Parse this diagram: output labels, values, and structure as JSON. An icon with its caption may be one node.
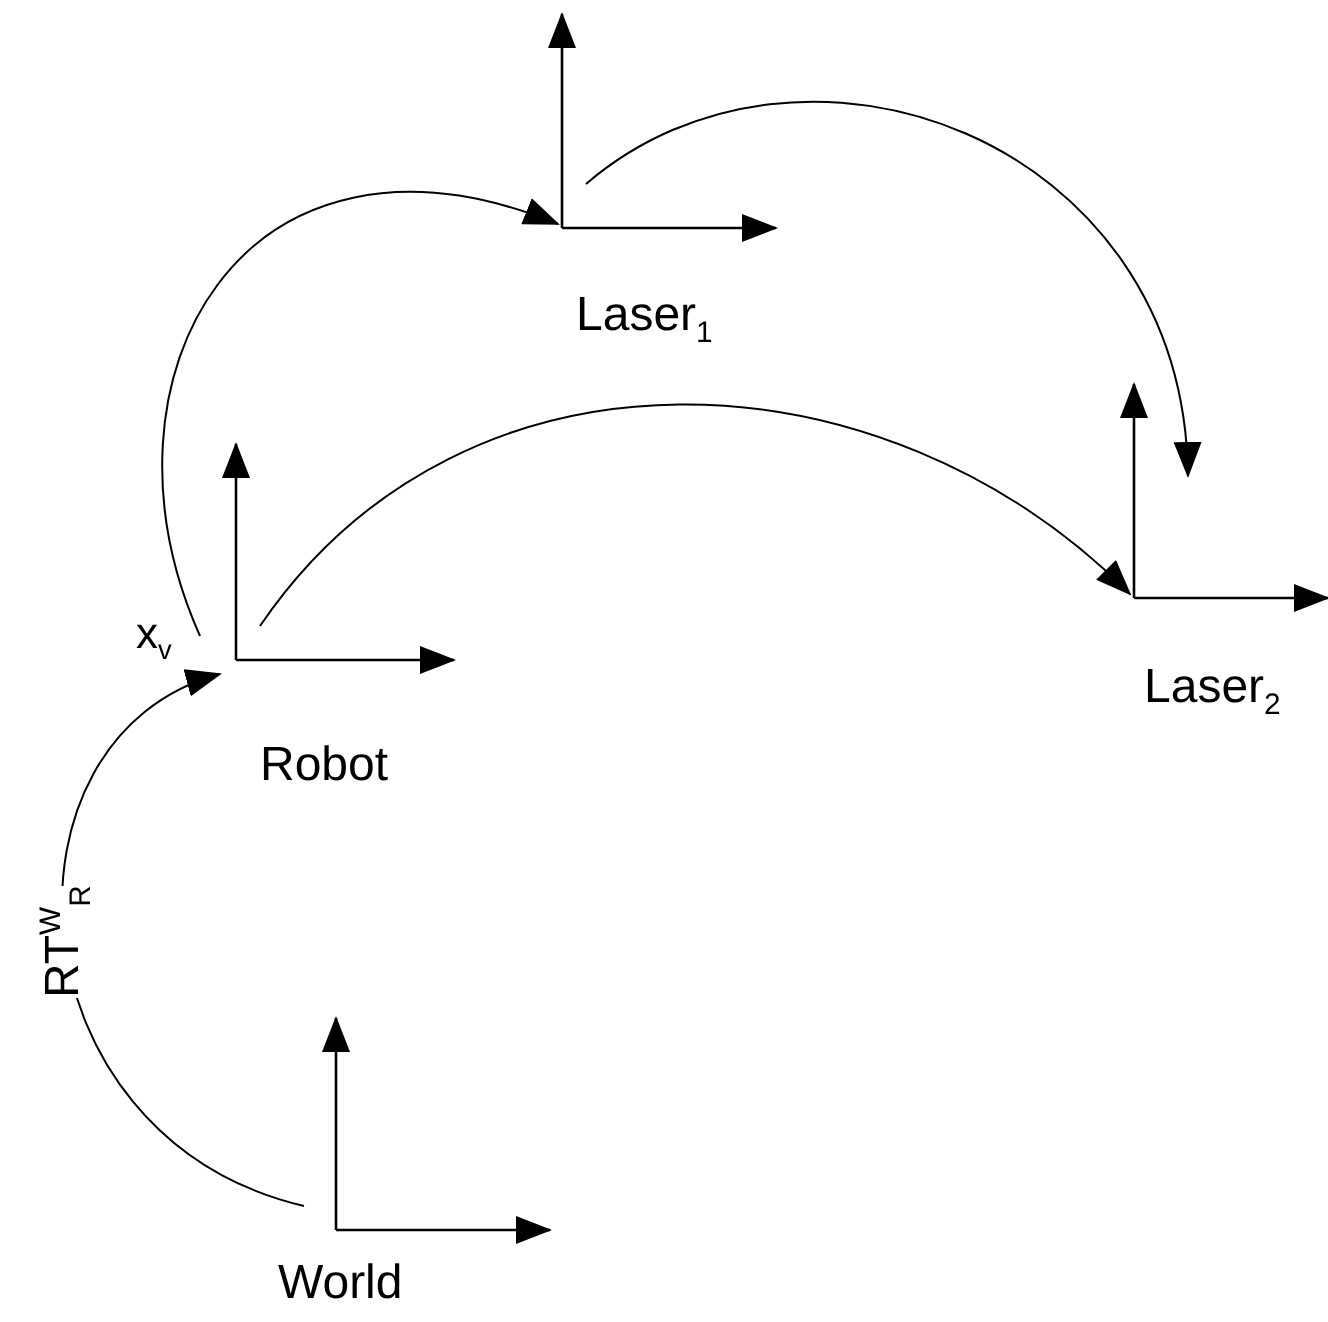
{
  "diagram": {
    "nodes": [
      {
        "text": [
          "Laser$_{1}$"
        ]
      },
      {
        "text": [
          "Laser$_{2}$"
        ]
      },
      {
        "text": [
          "Robot"
        ]
      },
      {
        "text": [
          "World"
        ]
      }
    ],
    "edges": [
      {
        "from": 2,
        "to": 0,
        "arrow": "to"
      },
      {
        "from": 0,
        "to": 1,
        "arrow": "to"
      },
      {
        "from": 2,
        "to": 1,
        "arrow": "to"
      },
      {
        "from": 3,
        "to": 2,
        "arrow": "to",
        "label": "RT$^{W}$$_{R}$"
      }
    ],
    "labels": [
      "x$_{v}$"
    ]
  }
}
